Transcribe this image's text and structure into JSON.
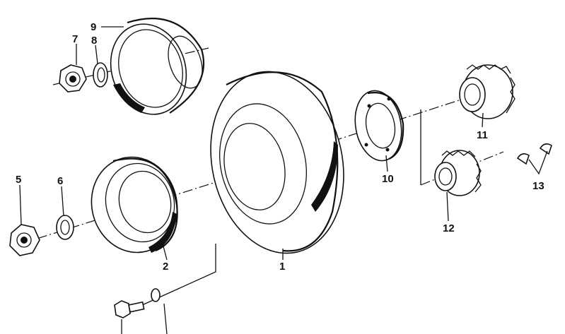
{
  "diagram": {
    "callouts": [
      {
        "id": "c1",
        "label": "1"
      },
      {
        "id": "c2",
        "label": "2"
      },
      {
        "id": "c5",
        "label": "5"
      },
      {
        "id": "c6",
        "label": "6"
      },
      {
        "id": "c7",
        "label": "7"
      },
      {
        "id": "c8",
        "label": "8"
      },
      {
        "id": "c9",
        "label": "9"
      },
      {
        "id": "c10",
        "label": "10"
      },
      {
        "id": "c11",
        "label": "11"
      },
      {
        "id": "c12",
        "label": "12"
      },
      {
        "id": "c13",
        "label": "13"
      }
    ],
    "colors": {
      "ink": "#111111",
      "paper": "#ffffff"
    }
  }
}
